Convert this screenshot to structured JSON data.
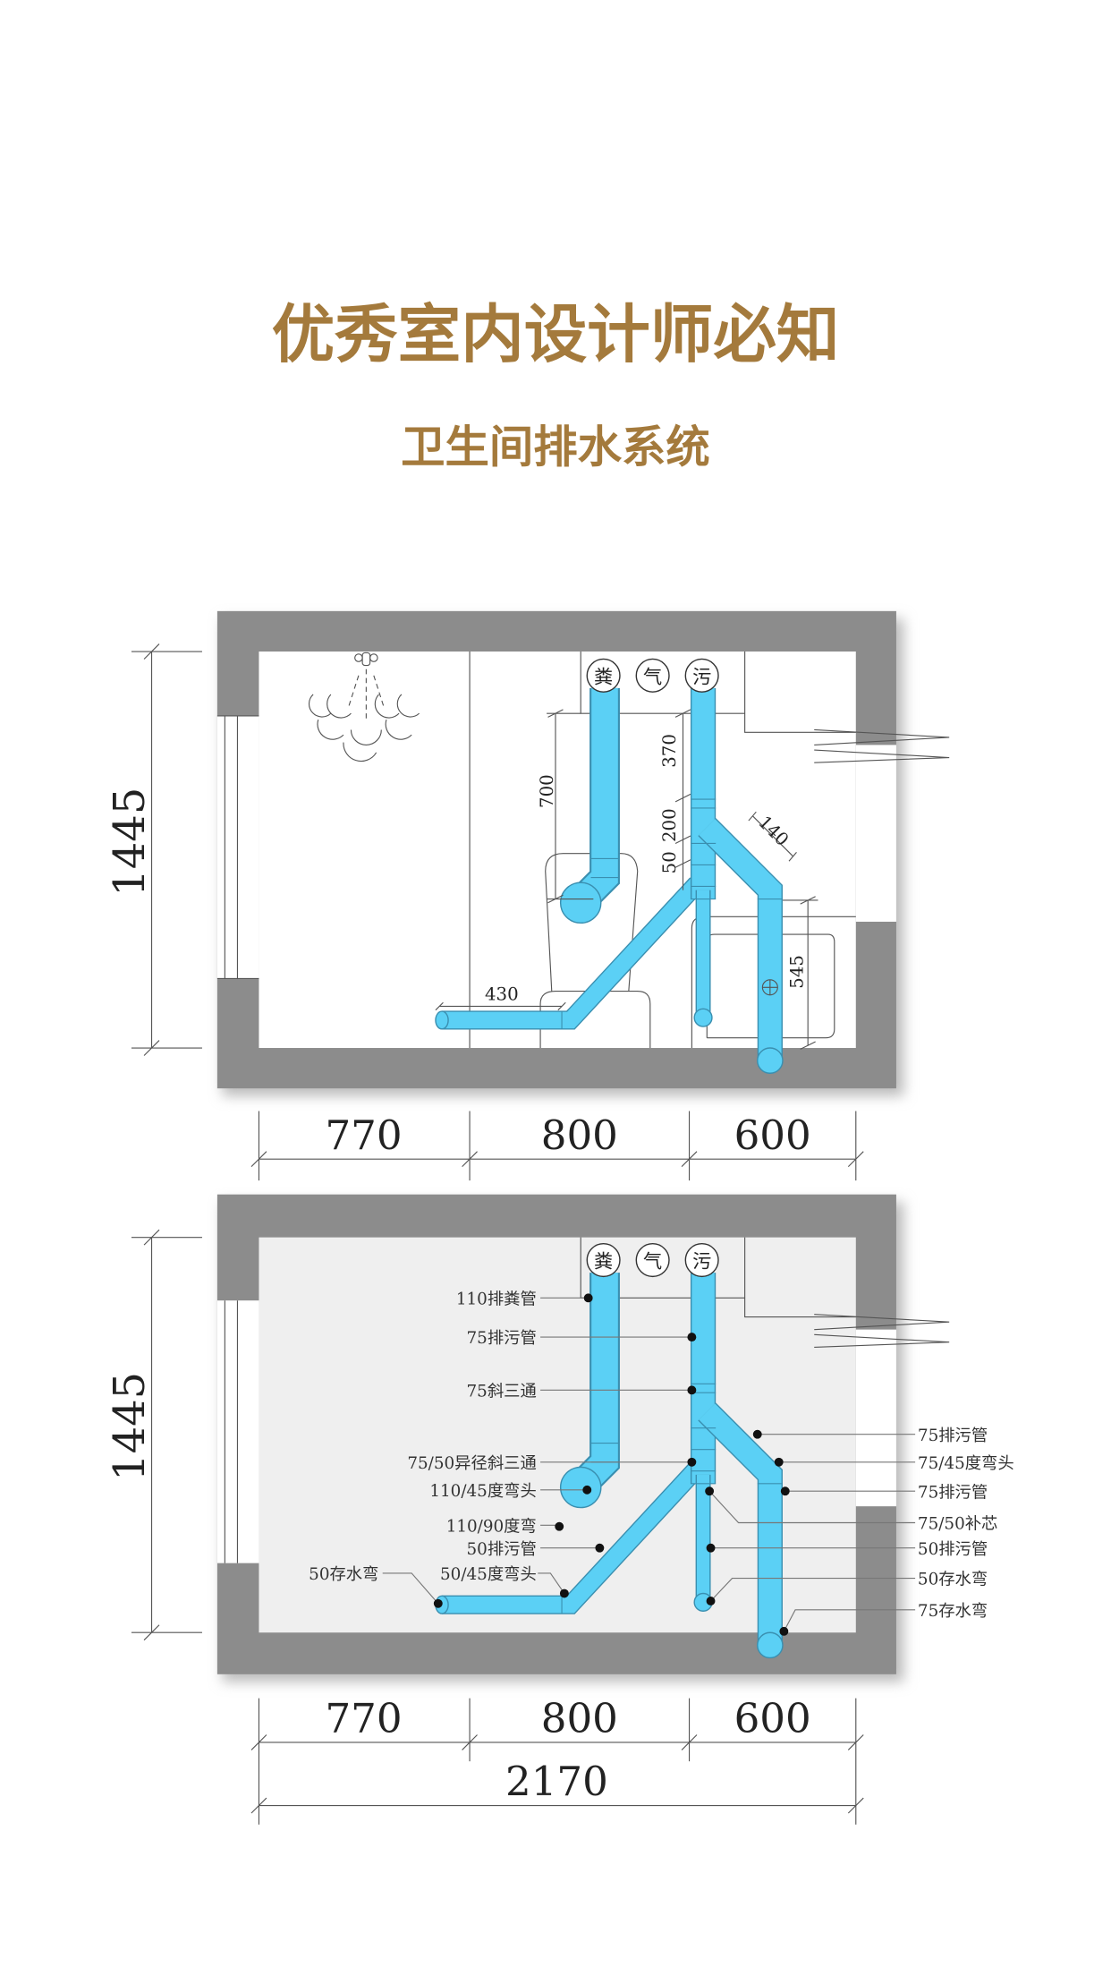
{
  "header": {
    "title": "优秀室内设计师必知",
    "subtitle": "卫生间排水系统"
  },
  "stacks": [
    "粪",
    "气",
    "污"
  ],
  "colors": {
    "title": "#a47a3c",
    "pipe": "#5bd0f5",
    "wall": "#8c8c8c"
  },
  "plan_top": {
    "height_dim": "1445",
    "width_dims": [
      "770",
      "800",
      "600"
    ],
    "inner_dims": {
      "d700": "700",
      "d370": "370",
      "d200": "200",
      "d50": "50",
      "d140": "140",
      "d545": "545",
      "d430": "430"
    }
  },
  "plan_bottom": {
    "height_dim": "1445",
    "width_dims": [
      "770",
      "800",
      "600"
    ],
    "total_width": "2170",
    "labels_left": [
      "110排粪管",
      "75排污管",
      "75斜三通",
      "75/50异径斜三通",
      "110/45度弯头",
      "110/90度弯",
      "50排污管",
      "50/45度弯头",
      "50存水弯"
    ],
    "labels_right": [
      "75排污管",
      "75/45度弯头",
      "75排污管",
      "75/50补芯",
      "50排污管",
      "50存水弯",
      "75存水弯"
    ]
  }
}
